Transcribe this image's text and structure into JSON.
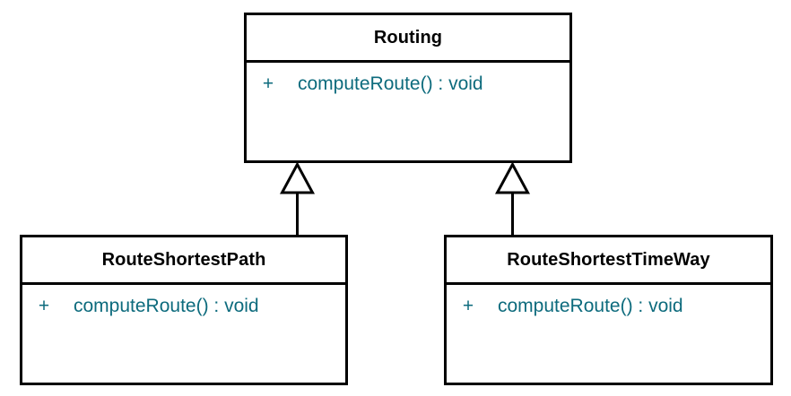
{
  "diagram": {
    "type": "uml-class-diagram",
    "background_color": "#ffffff",
    "line_color": "#000000",
    "title_color": "#000000",
    "member_color": "#0d6b7d",
    "classes": [
      {
        "id": "routing",
        "name": "Routing",
        "members": [
          {
            "visibility": "+",
            "signature": "computeRoute() : void"
          }
        ]
      },
      {
        "id": "route-shortest-path",
        "name": "RouteShortestPath",
        "members": [
          {
            "visibility": "+",
            "signature": "computeRoute() : void"
          }
        ]
      },
      {
        "id": "route-shortest-time-way",
        "name": "RouteShortestTimeWay",
        "members": [
          {
            "visibility": "+",
            "signature": "computeRoute() : void"
          }
        ]
      }
    ],
    "relationships": [
      {
        "type": "generalization",
        "from": "RouteShortestPath",
        "to": "Routing"
      },
      {
        "type": "generalization",
        "from": "RouteShortestTimeWay",
        "to": "Routing"
      }
    ]
  }
}
